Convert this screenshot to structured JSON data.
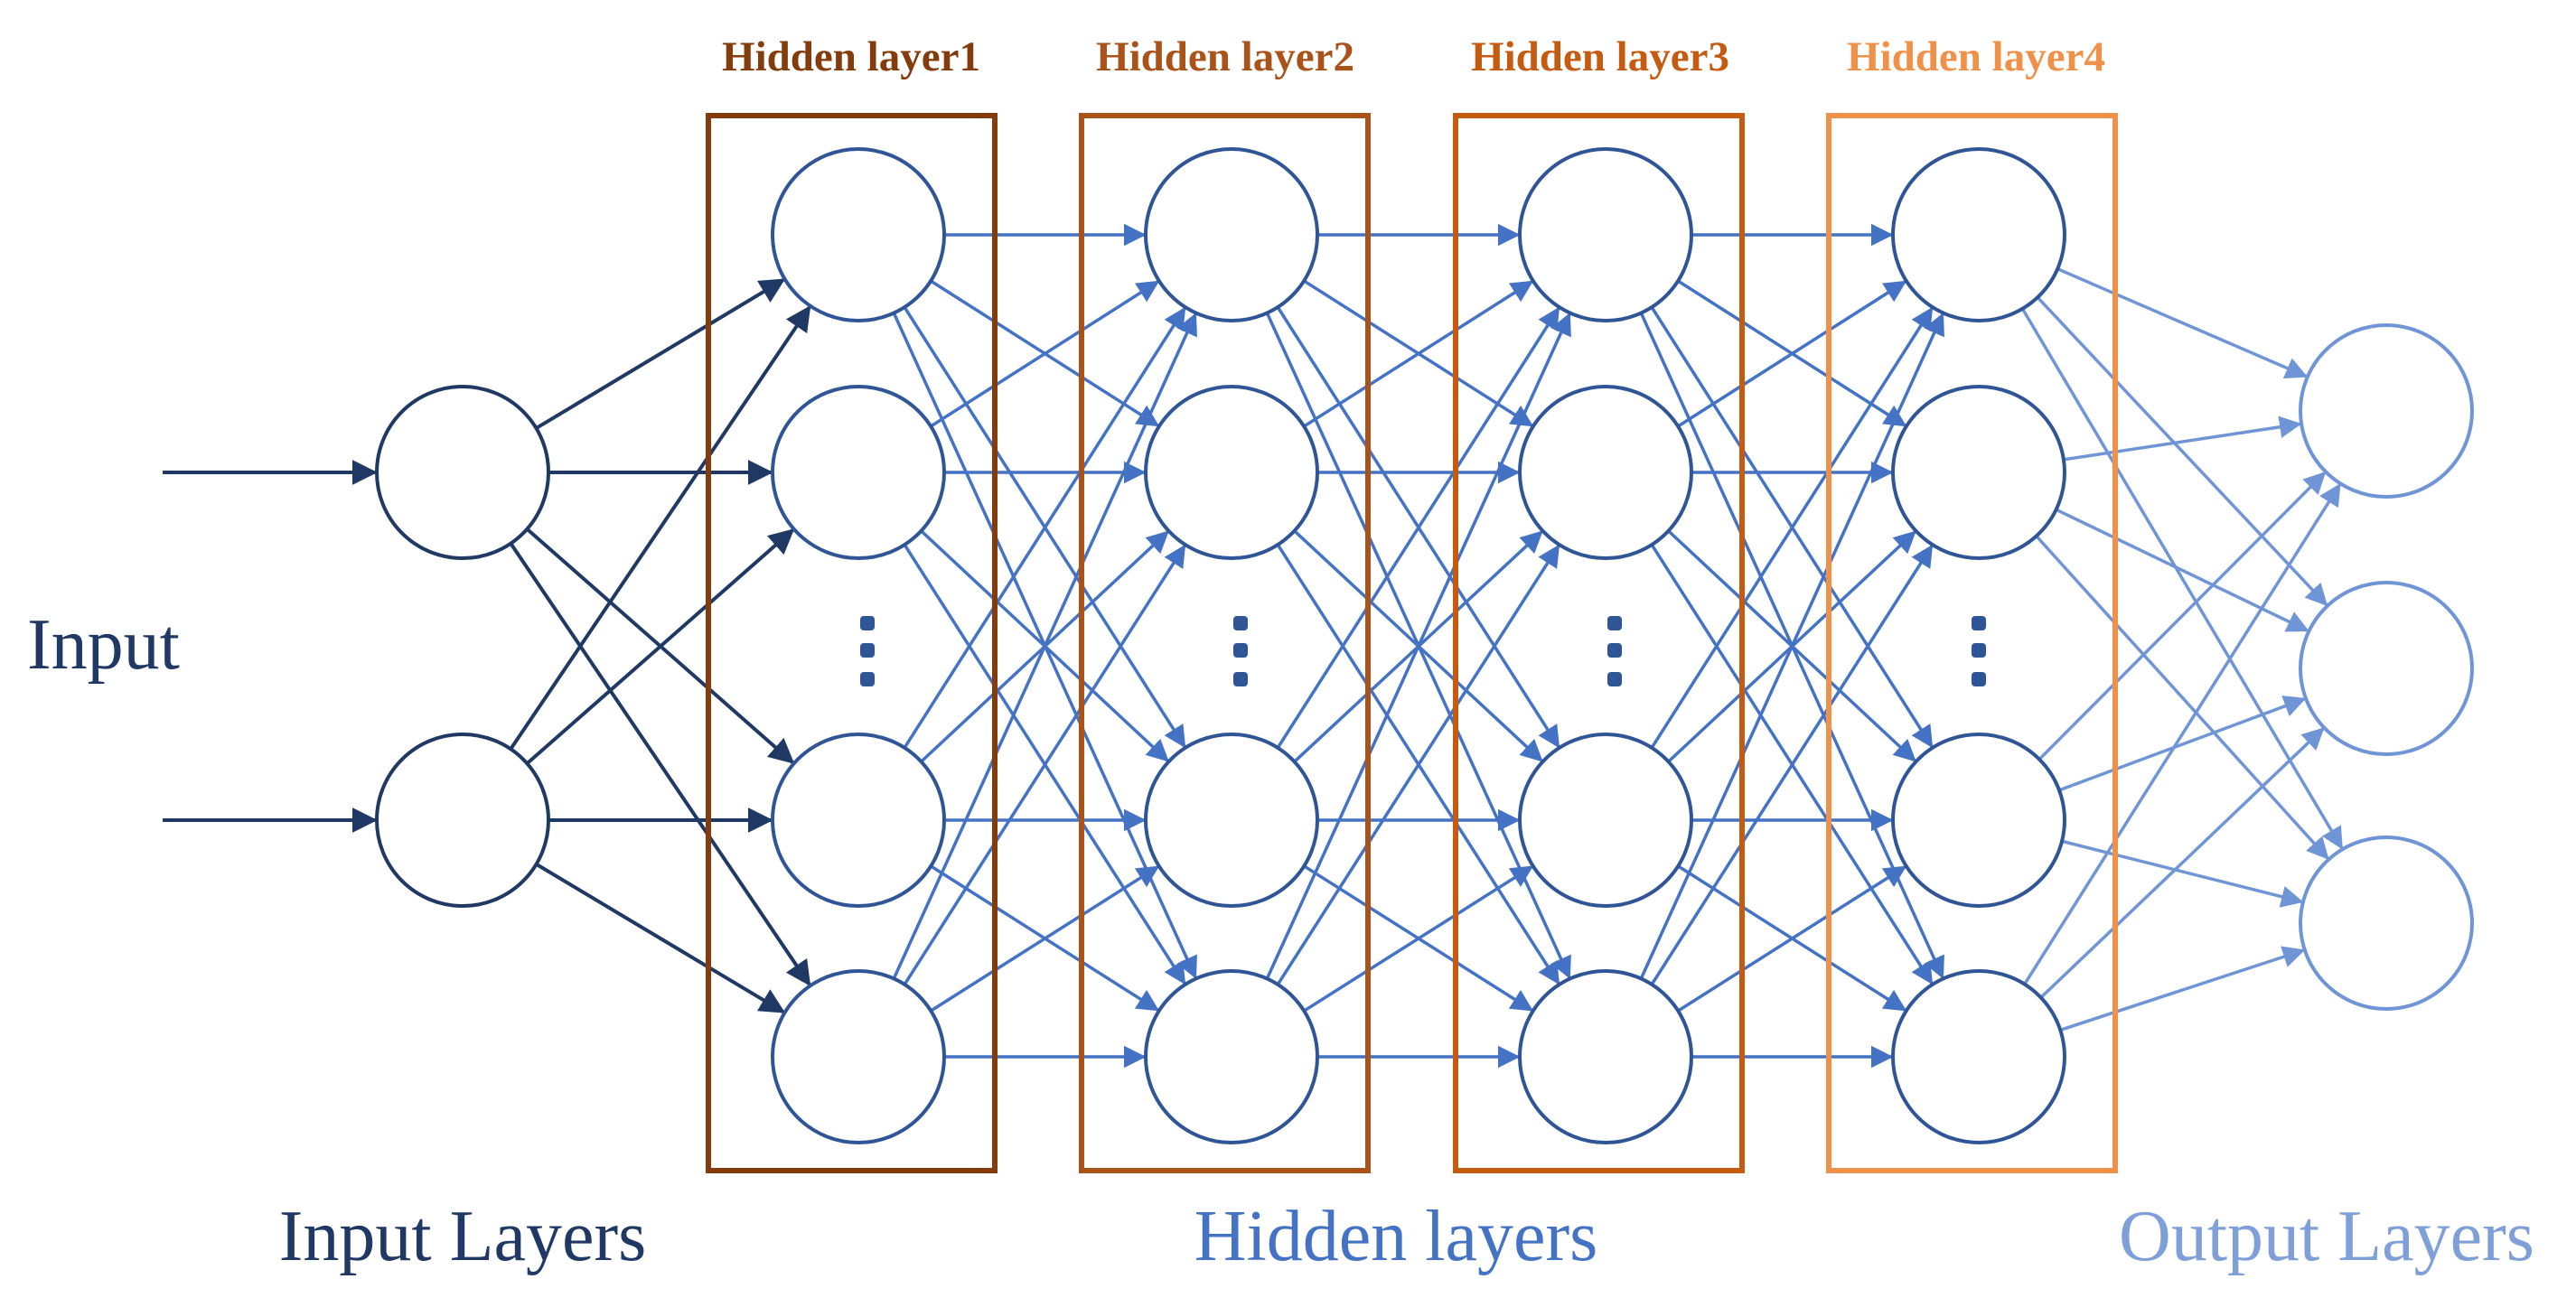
{
  "labels": {
    "input": "Input",
    "input_layers": "Input Layers",
    "hidden_layers": "Hidden layers",
    "output_layers": "Output Layers"
  },
  "hidden_layer_titles": [
    "Hidden layer1",
    "Hidden layer2",
    "Hidden layer3",
    "Hidden layer4"
  ],
  "colors": {
    "input": "#1f3864",
    "hidden": "#4472c4",
    "hidden_node": "#2f5597",
    "output": "#6f95d6",
    "box1": "#843c0c",
    "box2": "#a9531a",
    "box3": "#c55a11",
    "box4": "#f0914a"
  },
  "network": {
    "input_nodes": 2,
    "hidden_layers": 4,
    "hidden_nodes_shown": 4,
    "output_nodes": 3,
    "ellipsis": "⋮"
  }
}
